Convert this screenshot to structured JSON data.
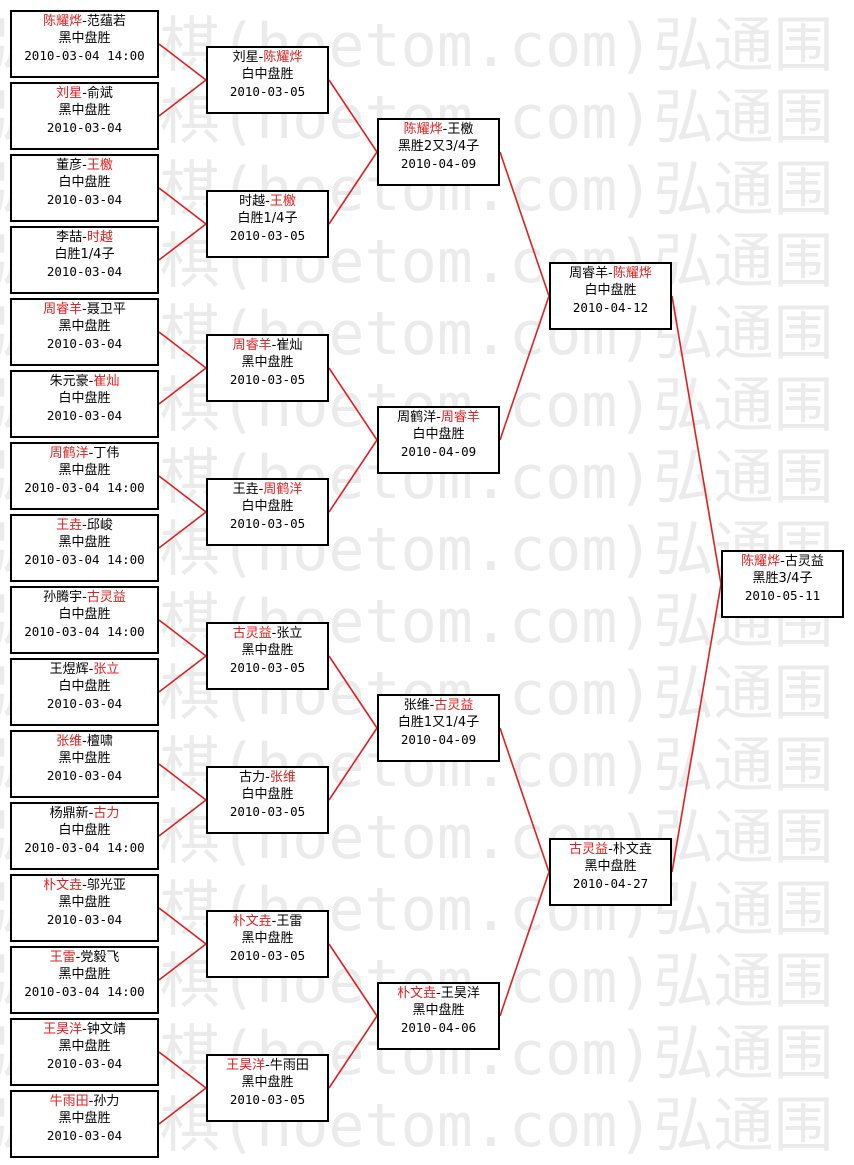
{
  "watermark": [
    "弘通围棋(hoetom.com)弘通围"
  ],
  "line_color": "#e02020",
  "winner_color": "#e02020",
  "rounds": [
    [
      {
        "a": "陈耀烨",
        "b": "范蕴若",
        "winner": "a",
        "result": "黑中盘胜",
        "date": "2010-03-04 14:00"
      },
      {
        "a": "刘星",
        "b": "俞斌",
        "winner": "a",
        "result": "黑中盘胜",
        "date": "2010-03-04"
      },
      {
        "a": "董彦",
        "b": "王檄",
        "winner": "b",
        "result": "白中盘胜",
        "date": "2010-03-04"
      },
      {
        "a": "李喆",
        "b": "时越",
        "winner": "b",
        "result": "白胜1/4子",
        "date": "2010-03-04"
      },
      {
        "a": "周睿羊",
        "b": "聂卫平",
        "winner": "a",
        "result": "黑中盘胜",
        "date": "2010-03-04"
      },
      {
        "a": "朱元豪",
        "b": "崔灿",
        "winner": "b",
        "result": "白中盘胜",
        "date": "2010-03-04"
      },
      {
        "a": "周鹤洋",
        "b": "丁伟",
        "winner": "a",
        "result": "黑中盘胜",
        "date": "2010-03-04 14:00"
      },
      {
        "a": "王垚",
        "b": "邱峻",
        "winner": "a",
        "result": "黑中盘胜",
        "date": "2010-03-04 14:00"
      },
      {
        "a": "孙腾宇",
        "b": "古灵益",
        "winner": "b",
        "result": "白中盘胜",
        "date": "2010-03-04 14:00"
      },
      {
        "a": "王煜辉",
        "b": "张立",
        "winner": "b",
        "result": "白中盘胜",
        "date": "2010-03-04"
      },
      {
        "a": "张维",
        "b": "檀啸",
        "winner": "a",
        "result": "黑中盘胜",
        "date": "2010-03-04"
      },
      {
        "a": "杨鼎新",
        "b": "古力",
        "winner": "b",
        "result": "白中盘胜",
        "date": "2010-03-04 14:00"
      },
      {
        "a": "朴文垚",
        "b": "邬光亚",
        "winner": "a",
        "result": "黑中盘胜",
        "date": "2010-03-04"
      },
      {
        "a": "王雷",
        "b": "党毅飞",
        "winner": "a",
        "result": "黑中盘胜",
        "date": "2010-03-04 14:00"
      },
      {
        "a": "王昊洋",
        "b": "钟文靖",
        "winner": "a",
        "result": "黑中盘胜",
        "date": "2010-03-04"
      },
      {
        "a": "牛雨田",
        "b": "孙力",
        "winner": "a",
        "result": "黑中盘胜",
        "date": "2010-03-04"
      }
    ],
    [
      {
        "a": "刘星",
        "b": "陈耀烨",
        "winner": "b",
        "result": "白中盘胜",
        "date": "2010-03-05"
      },
      {
        "a": "时越",
        "b": "王檄",
        "winner": "b",
        "result": "白胜1/4子",
        "date": "2010-03-05"
      },
      {
        "a": "周睿羊",
        "b": "崔灿",
        "winner": "a",
        "result": "黑中盘胜",
        "date": "2010-03-05"
      },
      {
        "a": "王垚",
        "b": "周鹤洋",
        "winner": "b",
        "result": "白中盘胜",
        "date": "2010-03-05"
      },
      {
        "a": "古灵益",
        "b": "张立",
        "winner": "a",
        "result": "黑中盘胜",
        "date": "2010-03-05"
      },
      {
        "a": "古力",
        "b": "张维",
        "winner": "b",
        "result": "白中盘胜",
        "date": "2010-03-05"
      },
      {
        "a": "朴文垚",
        "b": "王雷",
        "winner": "a",
        "result": "黑中盘胜",
        "date": "2010-03-05"
      },
      {
        "a": "王昊洋",
        "b": "牛雨田",
        "winner": "a",
        "result": "黑中盘胜",
        "date": "2010-03-05"
      }
    ],
    [
      {
        "a": "陈耀烨",
        "b": "王檄",
        "winner": "a",
        "result": "黑胜2又3/4子",
        "date": "2010-04-09"
      },
      {
        "a": "周鹤洋",
        "b": "周睿羊",
        "winner": "b",
        "result": "白中盘胜",
        "date": "2010-04-09"
      },
      {
        "a": "张维",
        "b": "古灵益",
        "winner": "b",
        "result": "白胜1又1/4子",
        "date": "2010-04-09"
      },
      {
        "a": "朴文垚",
        "b": "王昊洋",
        "winner": "a",
        "result": "黑中盘胜",
        "date": "2010-04-06"
      }
    ],
    [
      {
        "a": "周睿羊",
        "b": "陈耀烨",
        "winner": "b",
        "result": "白中盘胜",
        "date": "2010-04-12"
      },
      {
        "a": "古灵益",
        "b": "朴文垚",
        "winner": "a",
        "result": "黑中盘胜",
        "date": "2010-04-27"
      }
    ],
    [
      {
        "a": "陈耀烨",
        "b": "古灵益",
        "winner": "a",
        "result": "黑胜3/4子",
        "date": "2010-05-11"
      }
    ]
  ]
}
